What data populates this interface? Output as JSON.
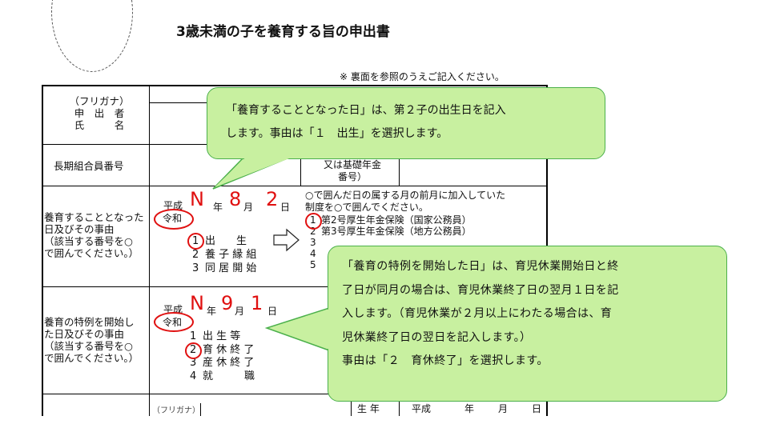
{
  "title": "3歳未満の子を養育する旨の申出書",
  "note": "※ 裏面を参照のうえご記入ください。",
  "rows": {
    "name_label": [
      "（フリガナ）",
      "申　出　者",
      "氏　　　名"
    ],
    "member_no_label": "長期組合員番号",
    "pension_label": [
      "又は基礎年金",
      "番号）"
    ],
    "start_label": [
      "養育することとなった",
      "日及びその事由",
      "（該当する番号を○",
      "で囲んでください。）"
    ],
    "special_label": [
      "養育の特例を開始し",
      "た日及びその事由",
      "（該当する番号を○",
      "で囲んでください。）"
    ]
  },
  "start_date": {
    "era_heisei": "平成",
    "era_reiwa": "令和",
    "year_value": "N",
    "year_unit": "年",
    "month_value": "8",
    "month_unit": "月",
    "day_value": "2",
    "day_unit": "日"
  },
  "start_reasons": [
    {
      "num": "1",
      "text": "出　　生"
    },
    {
      "num": "2",
      "text": "養 子 縁 組"
    },
    {
      "num": "3",
      "text": "同 居 開 始"
    }
  ],
  "pension_note": [
    "○で囲んだ日の属する月の前月に加入していた",
    "制度を○で囲んでください。"
  ],
  "pension_options": [
    {
      "num": "1",
      "text": "第2号厚生年金保険（国家公務員）"
    },
    {
      "num": "2",
      "text": "第3号厚生年金保険（地方公務員）"
    },
    {
      "num": "3",
      "text": ""
    },
    {
      "num": "4",
      "text": ""
    },
    {
      "num": "5",
      "text": ""
    }
  ],
  "special_date": {
    "era_heisei": "平成",
    "era_reiwa": "令和",
    "year_value": "N",
    "year_unit": "年",
    "month_value": "9",
    "month_unit": "月",
    "day_value": "1",
    "day_unit": "日"
  },
  "special_reasons": [
    {
      "num": "1",
      "text": "出 生 等"
    },
    {
      "num": "2",
      "text": "育 休 終 了"
    },
    {
      "num": "3",
      "text": "産 休 終 了"
    },
    {
      "num": "4",
      "text": "就　　　職"
    }
  ],
  "bottom_row": {
    "furigana": "（フリガナ）",
    "birth": "生 年",
    "era": "平成",
    "year": "年",
    "month": "月",
    "day": "日"
  },
  "callout1": [
    "「養育することとなった日」は、第２子の出生日を記入",
    "します。事由は「１　出生」を選択します。"
  ],
  "callout2": [
    "「養育の特例を開始した日」は、育児休業開始日と終",
    "了日が同月の場合は、育児休業終了日の翌月１日を記",
    "入します。（育児休業が２月以上にわたる場合は、育",
    "児休業終了日の翌日を記入します。）",
    "事由は「２　育休終了」を選択します。"
  ],
  "colors": {
    "handwritten_red": "#e01010",
    "callout_fill": "#c8f0a0",
    "callout_border": "#4bb04b"
  }
}
